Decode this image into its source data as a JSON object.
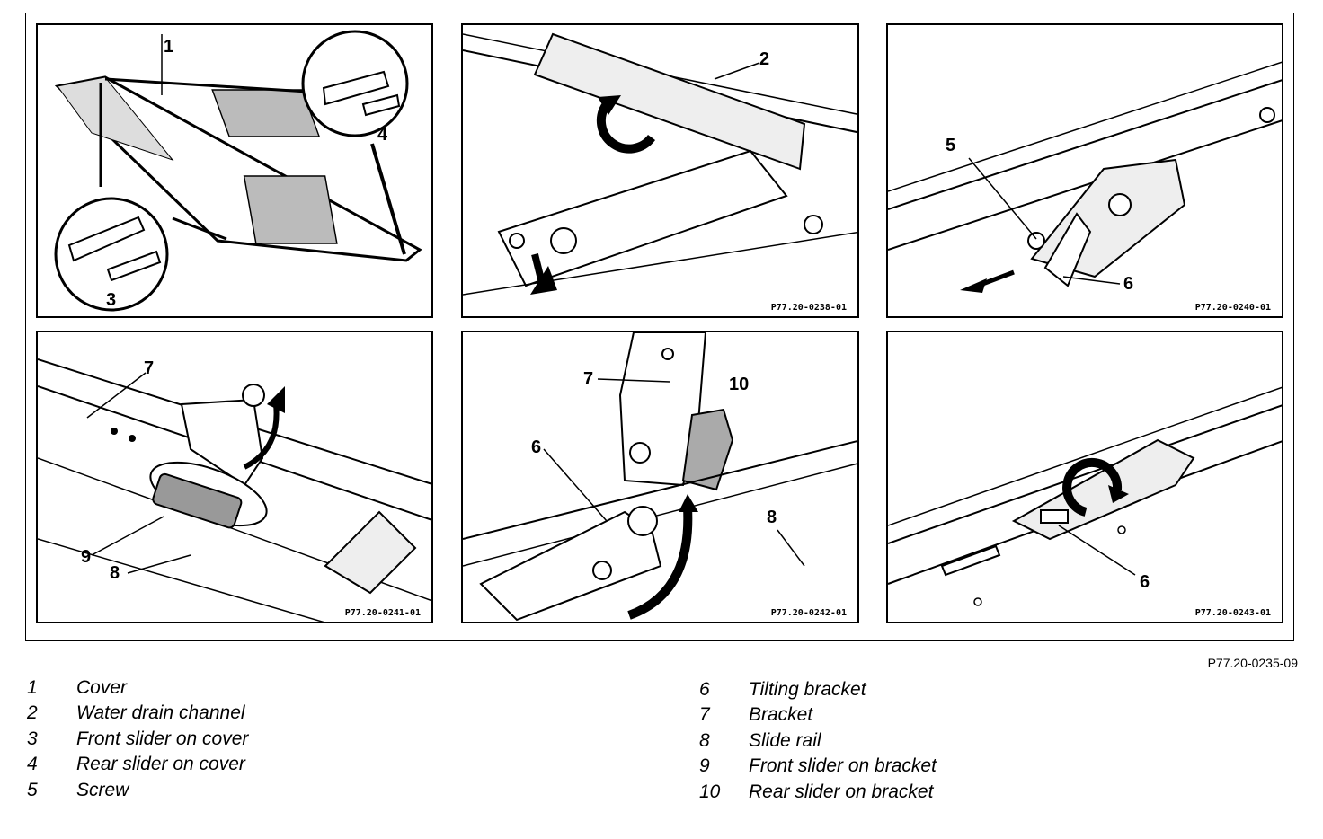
{
  "panels": [
    {
      "code": "",
      "callouts": [
        "1",
        "4",
        "3"
      ]
    },
    {
      "code": "P77.20-0238-01",
      "callouts": [
        "2"
      ]
    },
    {
      "code": "P77.20-0240-01",
      "callouts": [
        "5",
        "6"
      ]
    },
    {
      "code": "P77.20-0241-01",
      "callouts": [
        "7",
        "9",
        "8"
      ]
    },
    {
      "code": "P77.20-0242-01",
      "callouts": [
        "7",
        "10",
        "6",
        "8"
      ]
    },
    {
      "code": "P77.20-0243-01",
      "callouts": [
        "6"
      ]
    }
  ],
  "figure_code": "P77.20-0235-09",
  "legend": [
    {
      "num": "1",
      "text": "Cover"
    },
    {
      "num": "2",
      "text": "Water drain channel"
    },
    {
      "num": "3",
      "text": "Front slider on cover"
    },
    {
      "num": "4",
      "text": "Rear slider on cover"
    },
    {
      "num": "5",
      "text": "Screw"
    },
    {
      "num": "6",
      "text": "Tilting bracket"
    },
    {
      "num": "7",
      "text": "Bracket"
    },
    {
      "num": "8",
      "text": "Slide rail"
    },
    {
      "num": "9",
      "text": "Front slider on bracket"
    },
    {
      "num": "10",
      "text": "Rear slider on bracket"
    }
  ]
}
